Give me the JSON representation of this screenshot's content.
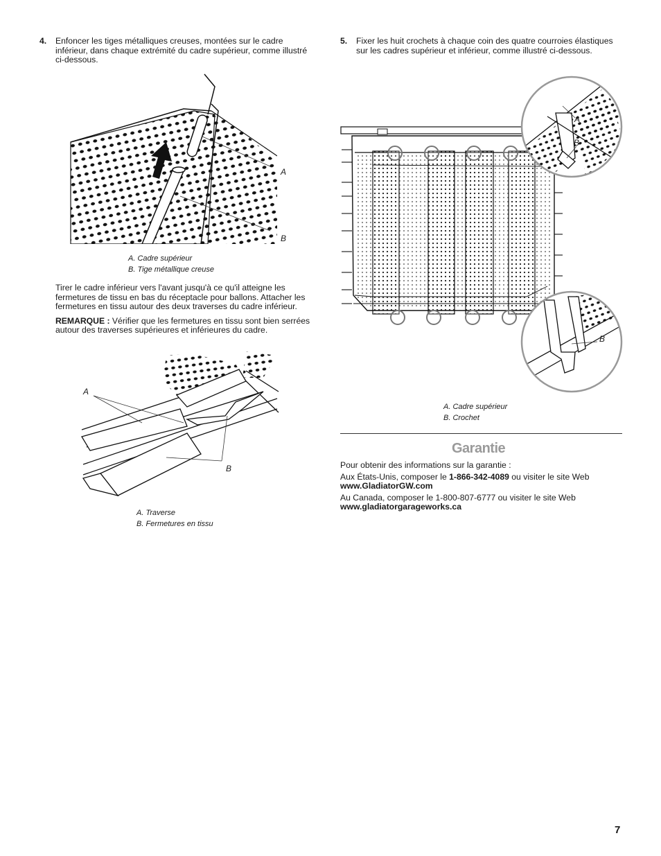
{
  "left_column": {
    "step4": {
      "number": "4.",
      "text": "Enfoncer les tiges métalliques creuses, montées sur le cadre inférieur, dans chaque extrémité du cadre supérieur, comme illustré ci-dessous."
    },
    "figure1": {
      "label_a": "A",
      "label_b": "B",
      "caption_a": "A. Cadre supérieur",
      "caption_b": "B. Tige métallique creuse"
    },
    "paragraph": "Tirer le cadre inférieur vers l'avant jusqu'à ce qu'il atteigne les fermetures de tissu en bas du réceptacle pour ballons. Attacher les fermetures en tissu autour des deux traverses du cadre inférieur.",
    "note_label": "REMARQUE :",
    "note_text": " Vérifier que les fermetures en tissu sont bien serrées autour des traverses supérieures et inférieures du cadre.",
    "figure2": {
      "label_a": "A",
      "label_b": "B",
      "caption_a": "A. Traverse",
      "caption_b": "B. Fermetures en tissu"
    }
  },
  "right_column": {
    "step5": {
      "number": "5.",
      "text": "Fixer les huit crochets à chaque coin des quatre courroies élastiques sur les cadres supérieur et inférieur, comme illustré ci-dessous."
    },
    "figure3": {
      "label_a": "A",
      "label_b_top": "B",
      "label_b_bottom": "B",
      "caption_a": "A. Cadre supérieur",
      "caption_b": "B. Crochet"
    },
    "warranty": {
      "title": "Garantie",
      "intro": "Pour obtenir des informations sur la garantie :",
      "us_prefix": "Aux États-Unis, composer le ",
      "us_phone": "1-866-342-4089",
      "us_suffix": " ou visiter le site Web",
      "us_site": "www.GladiatorGW.com",
      "ca_text": "Au Canada, composer le 1-800-807-6777 ou visiter le site Web",
      "ca_site": "www.gladiatorgarageworks.ca"
    }
  },
  "page_number": "7"
}
